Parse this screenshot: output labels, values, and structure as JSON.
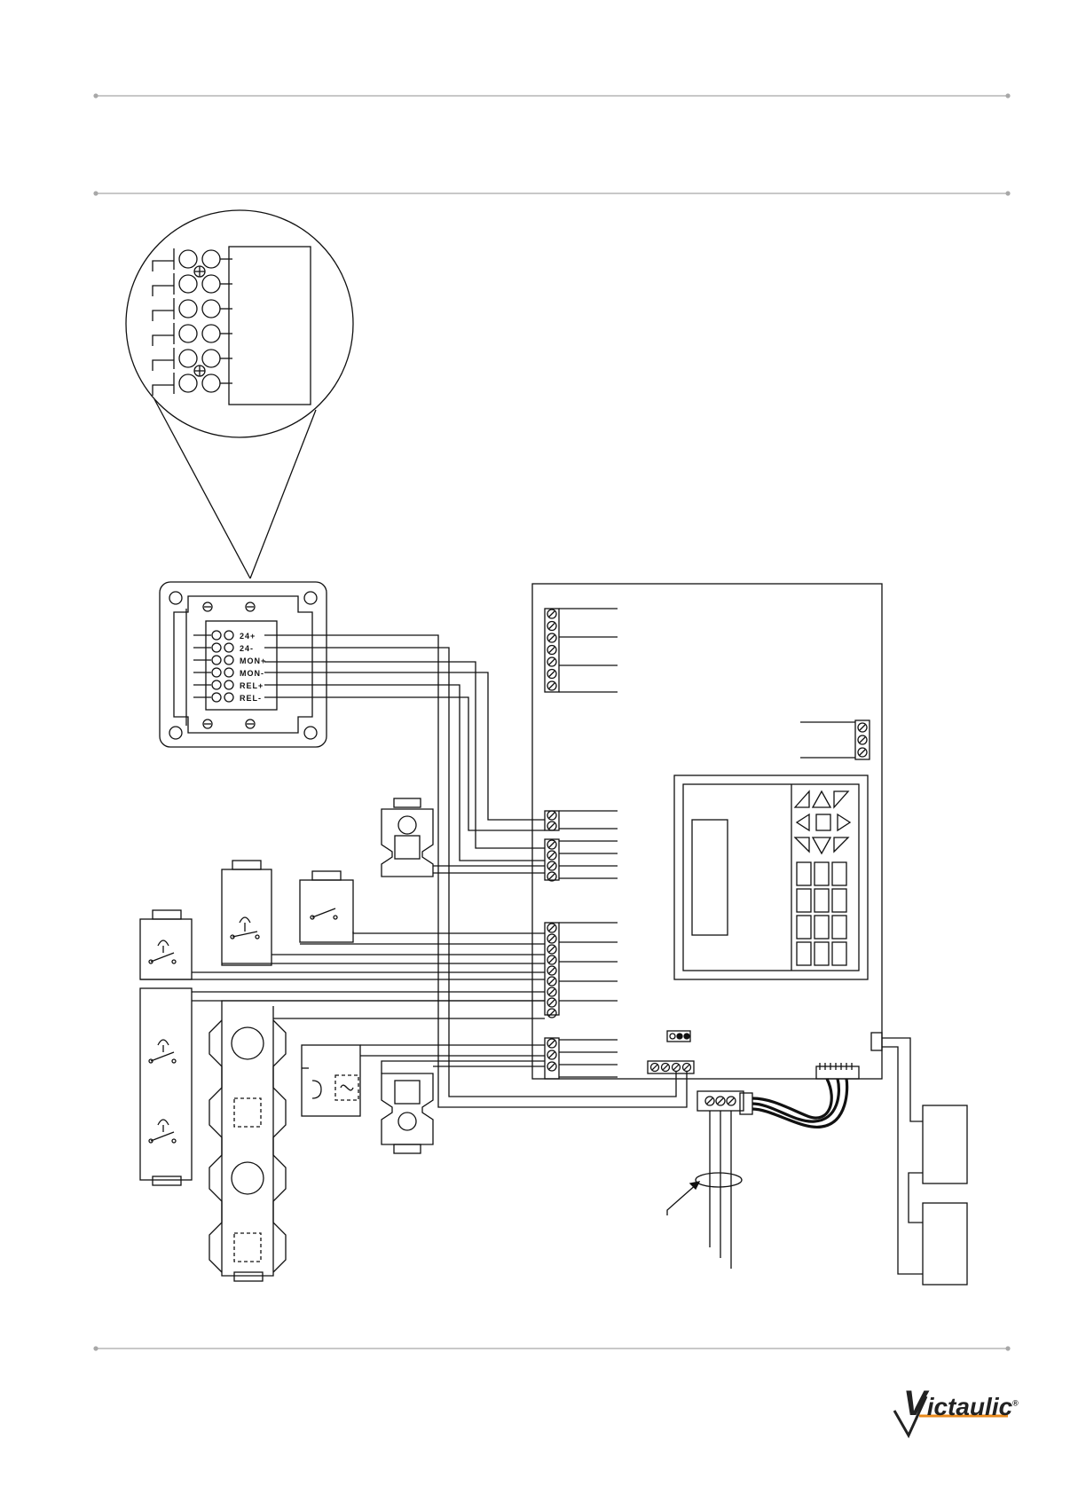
{
  "brand": {
    "logo_text": "ictaulic",
    "logo_mark": "V",
    "registered": "®",
    "accent_color": "#e8891c"
  },
  "junction_box": {
    "terminal_labels": [
      "24+",
      "24-",
      "MON+",
      "MON-",
      "REL+",
      "REL-"
    ]
  },
  "colors": {
    "line": "#111111",
    "rule": "#a8a8a8"
  }
}
